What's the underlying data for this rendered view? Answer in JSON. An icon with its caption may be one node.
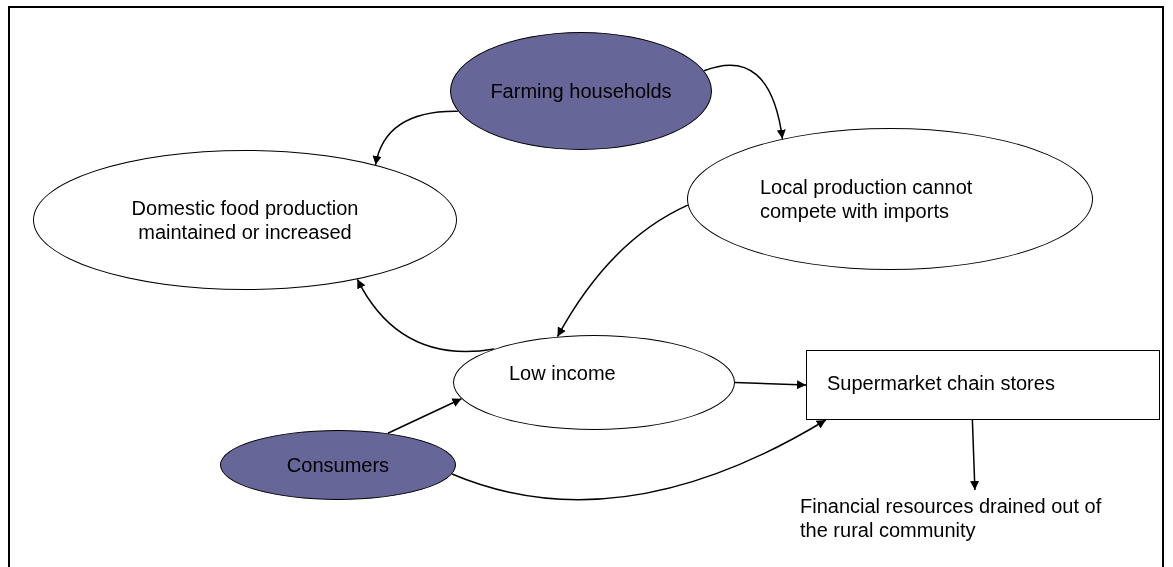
{
  "diagram": {
    "nodes": [
      {
        "text": [
          "Farming households"
        ]
      },
      {
        "text": [
          "Domestic food production maintained or increased"
        ]
      },
      {
        "text": [
          "Local production cannot compete with imports"
        ]
      },
      {
        "text": [
          "Low income"
        ]
      },
      {
        "text": [
          "Supermarket chain stores"
        ]
      },
      {
        "text": [
          "Consumers"
        ]
      },
      {
        "text": [
          "Financial resources drained out of the rural community"
        ]
      }
    ],
    "edges": [
      {
        "from": 0,
        "to": 1,
        "arrow": "to"
      },
      {
        "from": 0,
        "to": 2,
        "arrow": "to"
      },
      {
        "from": 2,
        "to": 3,
        "arrow": "to"
      },
      {
        "from": 3,
        "to": 1,
        "arrow": "to"
      },
      {
        "from": 3,
        "to": 4,
        "arrow": "to"
      },
      {
        "from": 5,
        "to": 3,
        "arrow": "to"
      },
      {
        "from": 5,
        "to": 4,
        "arrow": "to"
      },
      {
        "from": 4,
        "to": 6,
        "arrow": "to"
      }
    ]
  }
}
